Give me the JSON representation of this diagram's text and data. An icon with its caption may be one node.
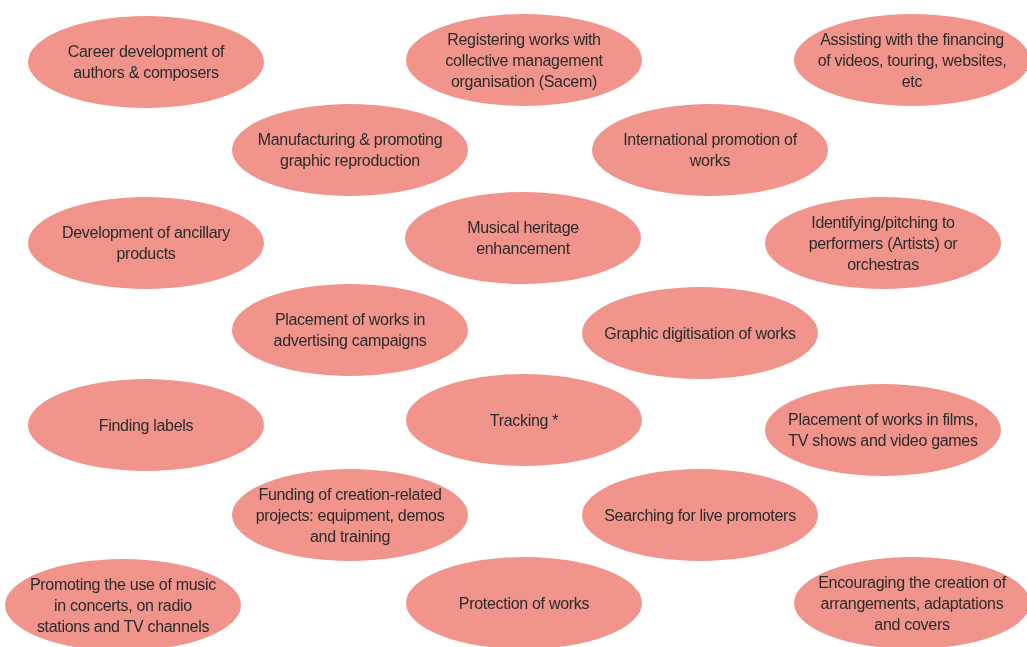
{
  "diagram": {
    "nodes": [
      {
        "text": [
          "Career development of authors & composers"
        ]
      },
      {
        "text": [
          "Registering works with collective management organisation (Sacem)"
        ]
      },
      {
        "text": [
          "Assisting with the financing of videos, touring, websites, etc"
        ]
      },
      {
        "text": [
          "Manufacturing & promoting graphic reproduction"
        ]
      },
      {
        "text": [
          "International promotion of works"
        ]
      },
      {
        "text": [
          "Development of ancillary products"
        ]
      },
      {
        "text": [
          "Musical heritage enhancement"
        ]
      },
      {
        "text": [
          "Identifying/pitching to performers (Artists) or orchestras"
        ]
      },
      {
        "text": [
          "Placement of works in advertising campaigns"
        ]
      },
      {
        "text": [
          "Graphic digitisation of works"
        ]
      },
      {
        "text": [
          "Finding labels"
        ]
      },
      {
        "text": [
          "Tracking *"
        ]
      },
      {
        "text": [
          "Placement of works in films, TV shows and video games"
        ]
      },
      {
        "text": [
          "Funding of creation-related projects: equipment, demos and training"
        ]
      },
      {
        "text": [
          "Searching for live promoters"
        ]
      },
      {
        "text": [
          "Promoting the use of music in concerts, on radio stations and TV channels"
        ]
      },
      {
        "text": [
          "Protection of works"
        ]
      },
      {
        "text": [
          "Encouraging the creation of arrangements, adaptations and covers"
        ]
      }
    ]
  }
}
